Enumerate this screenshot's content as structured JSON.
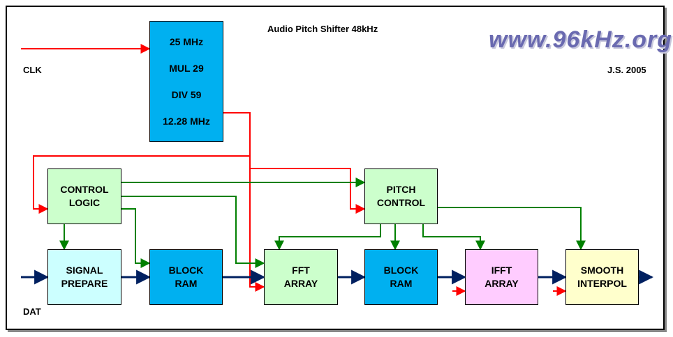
{
  "title": "Audio Pitch Shifter 48kHz",
  "brand": "www.96kHz.org",
  "author": "J.S. 2005",
  "inputs": {
    "clk": "CLK",
    "dat": "DAT"
  },
  "clock_block": {
    "lines": [
      "25 MHz",
      "MUL 29",
      "DIV 59",
      "12.28 MHz"
    ]
  },
  "blocks": {
    "control_logic": [
      "CONTROL",
      "LOGIC"
    ],
    "pitch_control": [
      "PITCH",
      "CONTROL"
    ],
    "signal_prepare": [
      "SIGNAL",
      "PREPARE"
    ],
    "block_ram_1": [
      "BLOCK",
      "RAM"
    ],
    "fft_array": [
      "FFT",
      "ARRAY"
    ],
    "block_ram_2": [
      "BLOCK",
      "RAM"
    ],
    "ifft_array": [
      "IFFT",
      "ARRAY"
    ],
    "smooth_interpol": [
      "SMOOTH",
      "INTERPOL"
    ]
  },
  "colors": {
    "clock_line": "#ff0000",
    "control_line": "#008000",
    "data_line": "#002060",
    "clock_block": "#00b0f0",
    "control_block": "#ccffcc",
    "signal_prepare": "#ccffff",
    "ram_block": "#00b0f0",
    "fft_block": "#ccffcc",
    "ifft_block": "#ffccff",
    "smooth_block": "#ffffcc"
  }
}
